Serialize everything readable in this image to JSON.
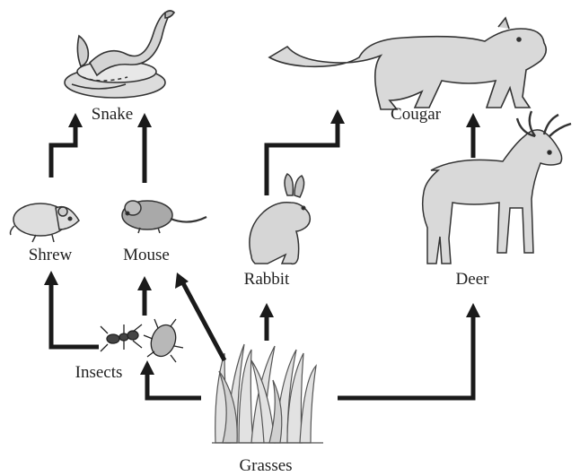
{
  "organisms": {
    "snake": "Snake",
    "cougar": "Cougar",
    "shrew": "Shrew",
    "mouse": "Mouse",
    "rabbit": "Rabbit",
    "deer": "Deer",
    "insects": "Insects",
    "grasses": "Grasses"
  },
  "food_web_links": [
    {
      "from": "Grasses",
      "to": "Insects"
    },
    {
      "from": "Grasses",
      "to": "Mouse"
    },
    {
      "from": "Grasses",
      "to": "Rabbit"
    },
    {
      "from": "Grasses",
      "to": "Deer"
    },
    {
      "from": "Insects",
      "to": "Shrew"
    },
    {
      "from": "Insects",
      "to": "Mouse"
    },
    {
      "from": "Shrew",
      "to": "Snake"
    },
    {
      "from": "Mouse",
      "to": "Snake"
    },
    {
      "from": "Rabbit",
      "to": "Cougar"
    },
    {
      "from": "Deer",
      "to": "Cougar"
    }
  ],
  "colors": {
    "arrow": "#1a1a1a",
    "animal_fill": "#d9d9d9",
    "animal_stroke": "#333333"
  }
}
